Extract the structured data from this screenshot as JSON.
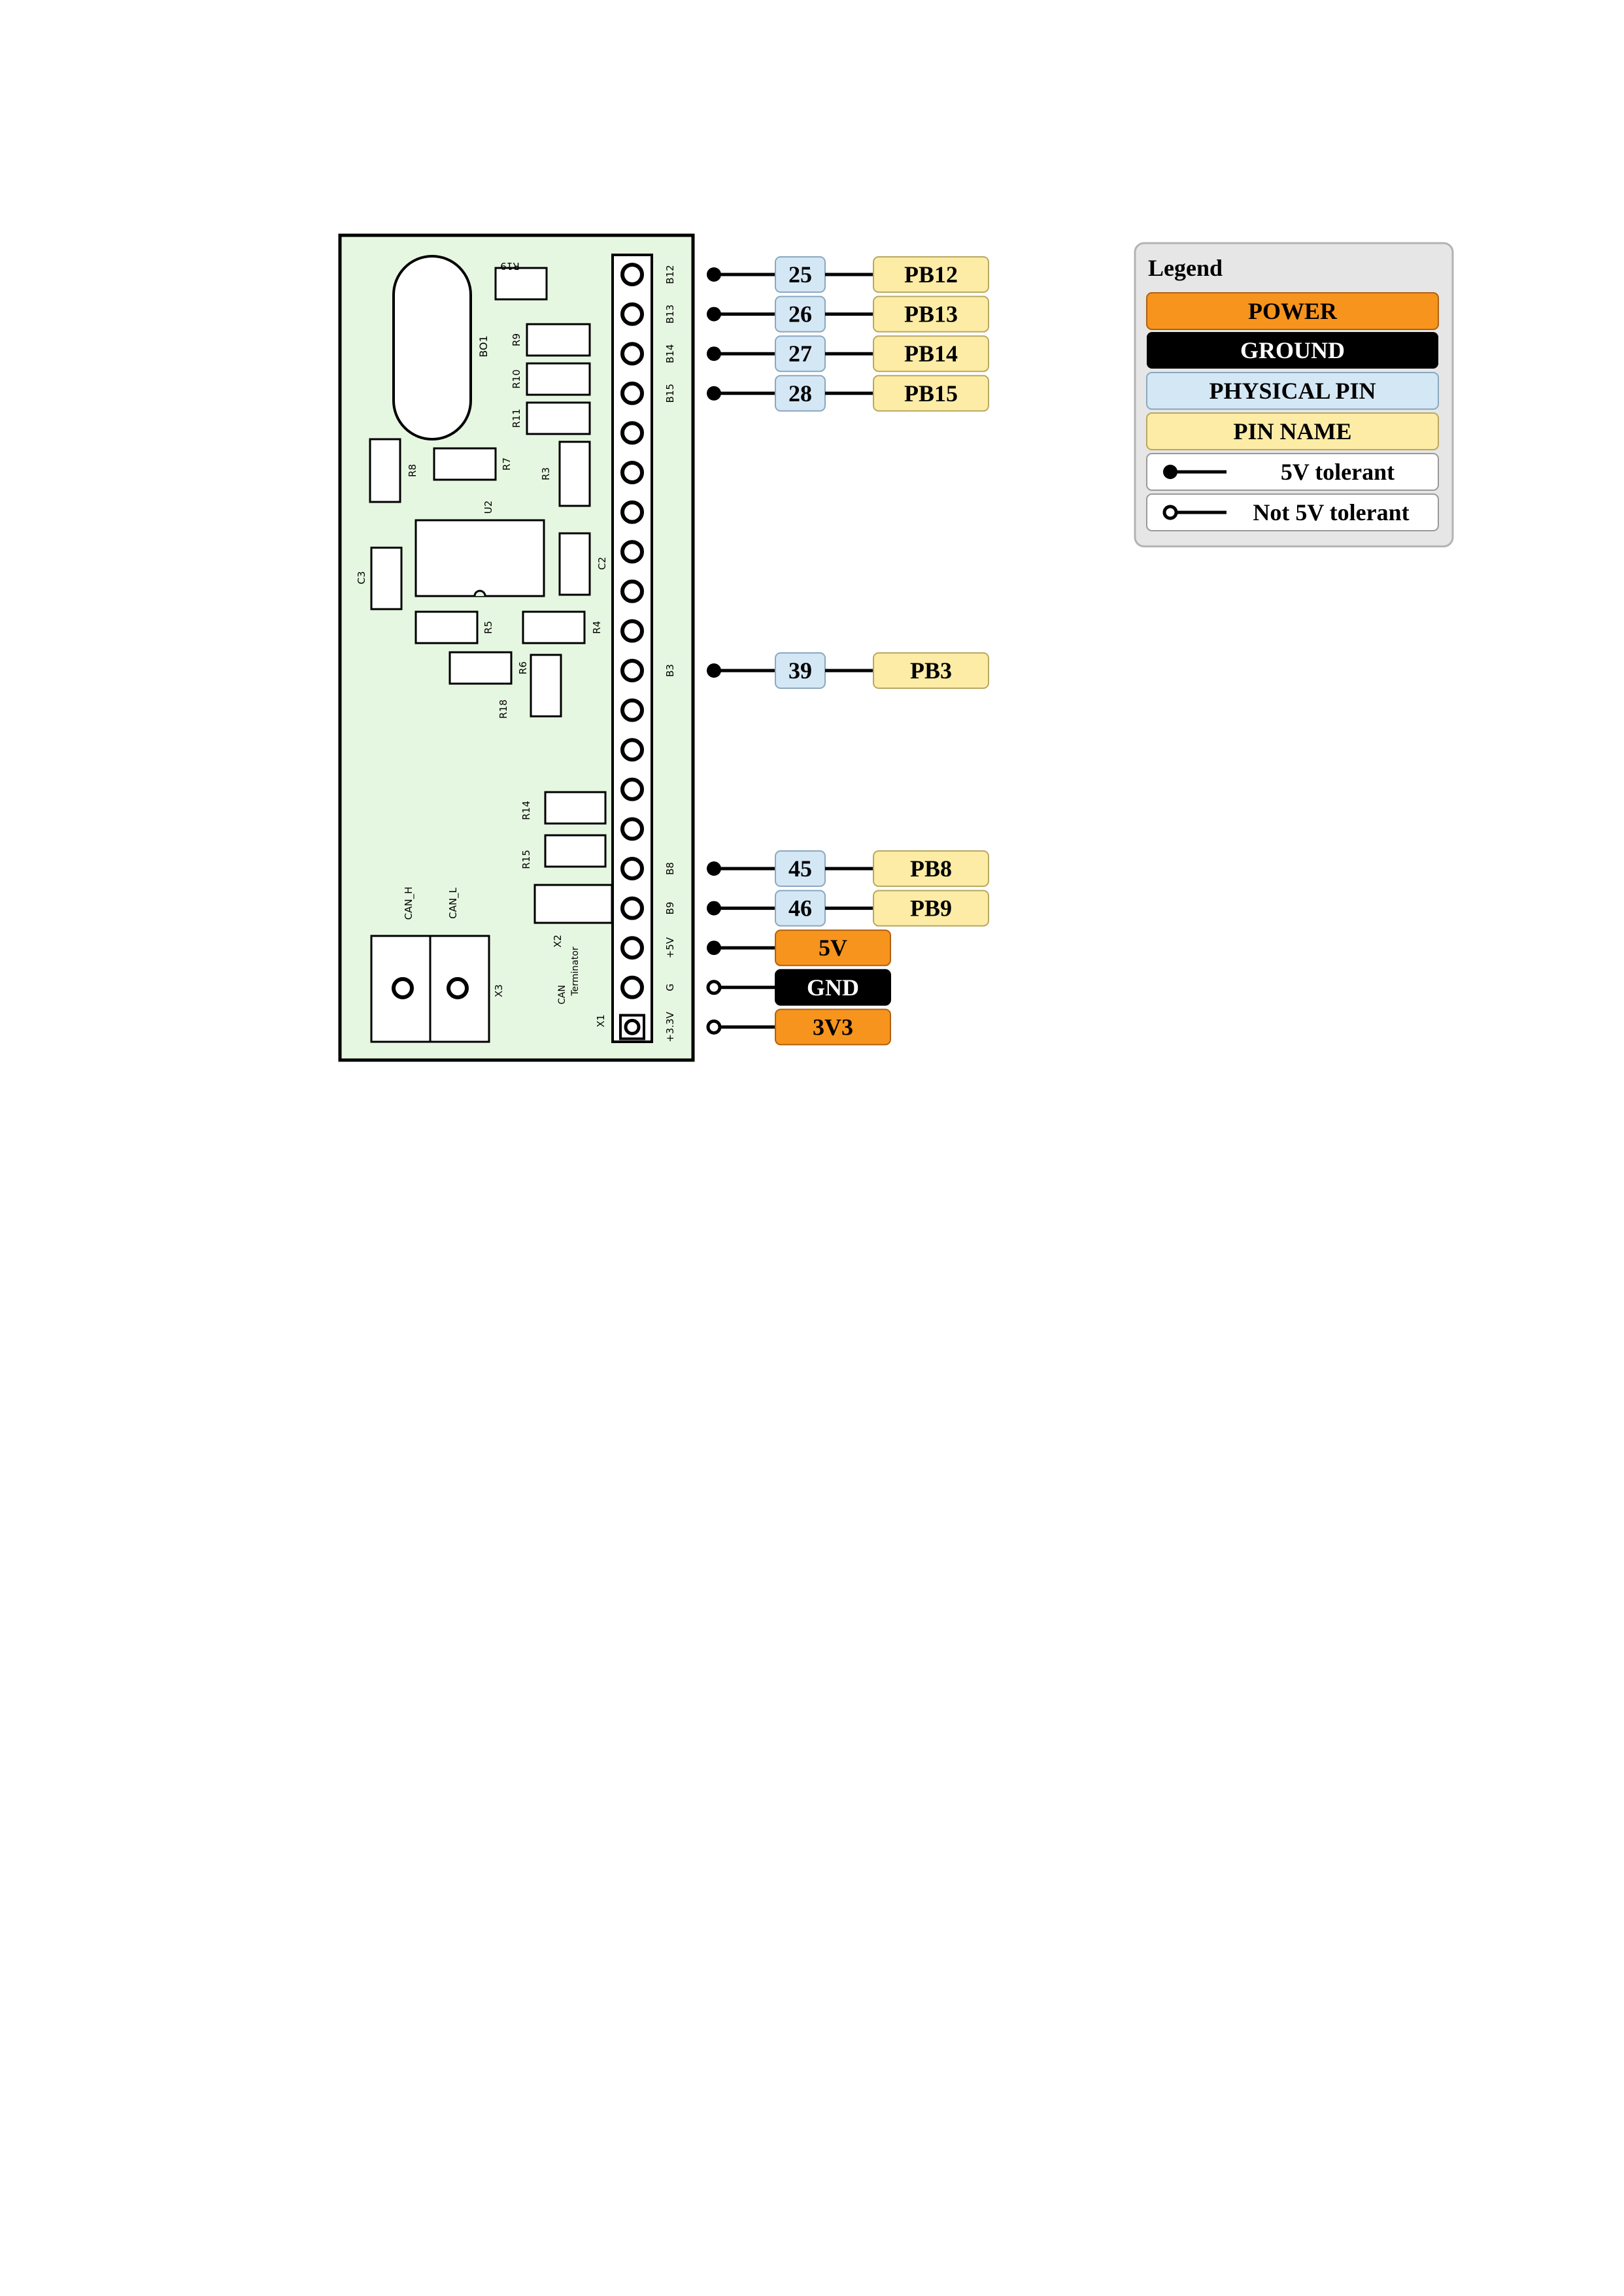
{
  "colors": {
    "board": "#e6f7e1",
    "power": "#f7941d",
    "ground": "#000000",
    "physical_pin": "#d4e7f5",
    "pin_name": "#fdeca6",
    "legend_bg": "#e6e6e6",
    "outline": "#000000"
  },
  "board": {
    "components": [
      {
        "id": "r19",
        "label": "R19"
      },
      {
        "id": "bo1",
        "label": "BO1"
      },
      {
        "id": "r9",
        "label": "R9"
      },
      {
        "id": "r10",
        "label": "R10"
      },
      {
        "id": "r11",
        "label": "R11"
      },
      {
        "id": "r8",
        "label": "R8"
      },
      {
        "id": "r7",
        "label": "R7"
      },
      {
        "id": "r3",
        "label": "R3"
      },
      {
        "id": "u2",
        "label": "U2"
      },
      {
        "id": "c3",
        "label": "C3"
      },
      {
        "id": "c2",
        "label": "C2"
      },
      {
        "id": "r5",
        "label": "R5"
      },
      {
        "id": "r4",
        "label": "R4"
      },
      {
        "id": "r6",
        "label": "R6"
      },
      {
        "id": "r18",
        "label": "R18"
      },
      {
        "id": "r14",
        "label": "R14"
      },
      {
        "id": "r15",
        "label": "R15"
      },
      {
        "id": "x2",
        "label": "X2"
      },
      {
        "id": "x3",
        "label": "X3"
      },
      {
        "id": "x1",
        "label": "X1"
      }
    ],
    "terminator_label_1": "CAN",
    "terminator_label_2": "Terminator",
    "can_h": "CAN_H",
    "can_l": "CAN_L",
    "header_labels": [
      "B12",
      "B13",
      "B14",
      "B15",
      "",
      "",
      "",
      "",
      "",
      "",
      "B3",
      "",
      "",
      "",
      "",
      "B8",
      "B9",
      "+5V",
      "G",
      "+3.3V"
    ]
  },
  "pins": [
    {
      "row": 0,
      "physical": "25",
      "name": "PB12",
      "tolerant": true
    },
    {
      "row": 1,
      "physical": "26",
      "name": "PB13",
      "tolerant": true
    },
    {
      "row": 2,
      "physical": "27",
      "name": "PB14",
      "tolerant": true
    },
    {
      "row": 3,
      "physical": "28",
      "name": "PB15",
      "tolerant": true
    },
    {
      "row": 10,
      "physical": "39",
      "name": "PB3",
      "tolerant": true
    },
    {
      "row": 15,
      "physical": "45",
      "name": "PB8",
      "tolerant": true
    },
    {
      "row": 16,
      "physical": "46",
      "name": "PB9",
      "tolerant": true
    }
  ],
  "power_pins": [
    {
      "row": 17,
      "label": "5V",
      "kind": "power",
      "tolerant": true
    },
    {
      "row": 18,
      "label": "GND",
      "kind": "ground",
      "tolerant": false
    },
    {
      "row": 19,
      "label": "3V3",
      "kind": "power",
      "tolerant": false
    }
  ],
  "legend": {
    "title": "Legend",
    "power": "POWER",
    "ground": "GROUND",
    "physical_pin": "PHYSICAL PIN",
    "pin_name": "PIN NAME",
    "tolerant": "5V tolerant",
    "not_tolerant": "Not 5V tolerant"
  }
}
